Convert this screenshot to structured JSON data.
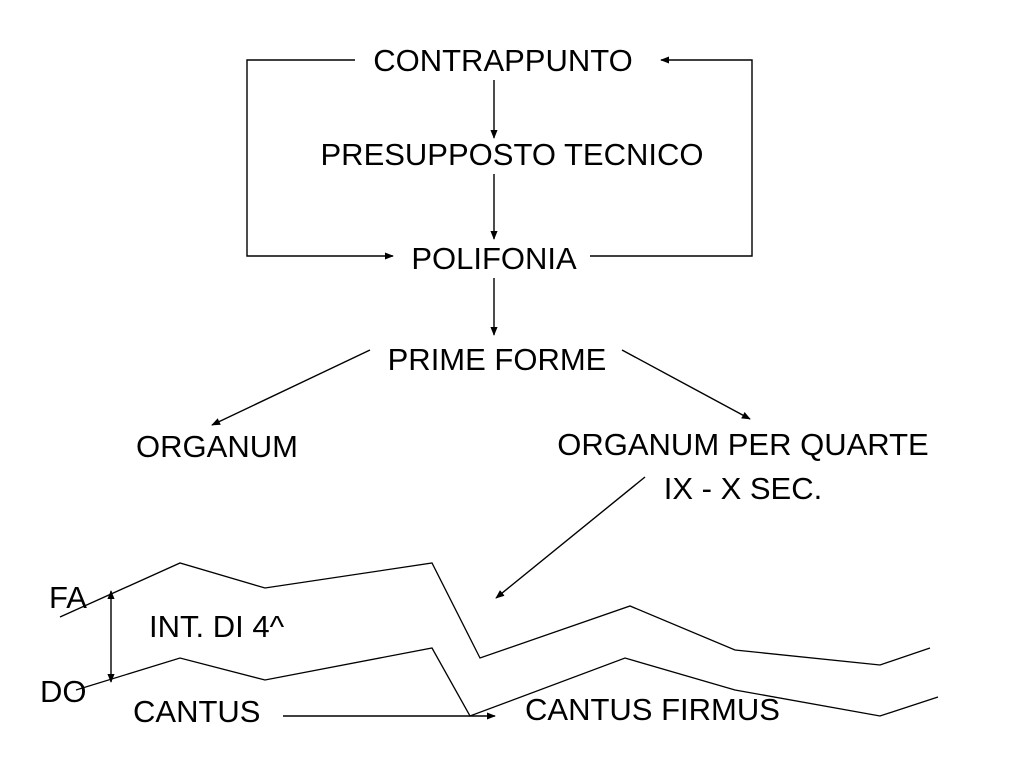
{
  "diagram": {
    "nodes": {
      "contrappunto": "CONTRAPPUNTO",
      "presupposto": "PRESUPPOSTO TECNICO",
      "polifonia": "POLIFONIA",
      "prime_forme": "PRIME FORME",
      "organum": "ORGANUM",
      "organum_quarte": "ORGANUM PER QUARTE",
      "secolo": "IX - X SEC."
    },
    "example": {
      "fa": "FA",
      "do": "DO",
      "interval": "INT. DI 4^",
      "cantus": "CANTUS",
      "cantus_firmus": "CANTUS FIRMUS"
    },
    "colors": {
      "ink": "#000000",
      "background": "#ffffff"
    }
  }
}
